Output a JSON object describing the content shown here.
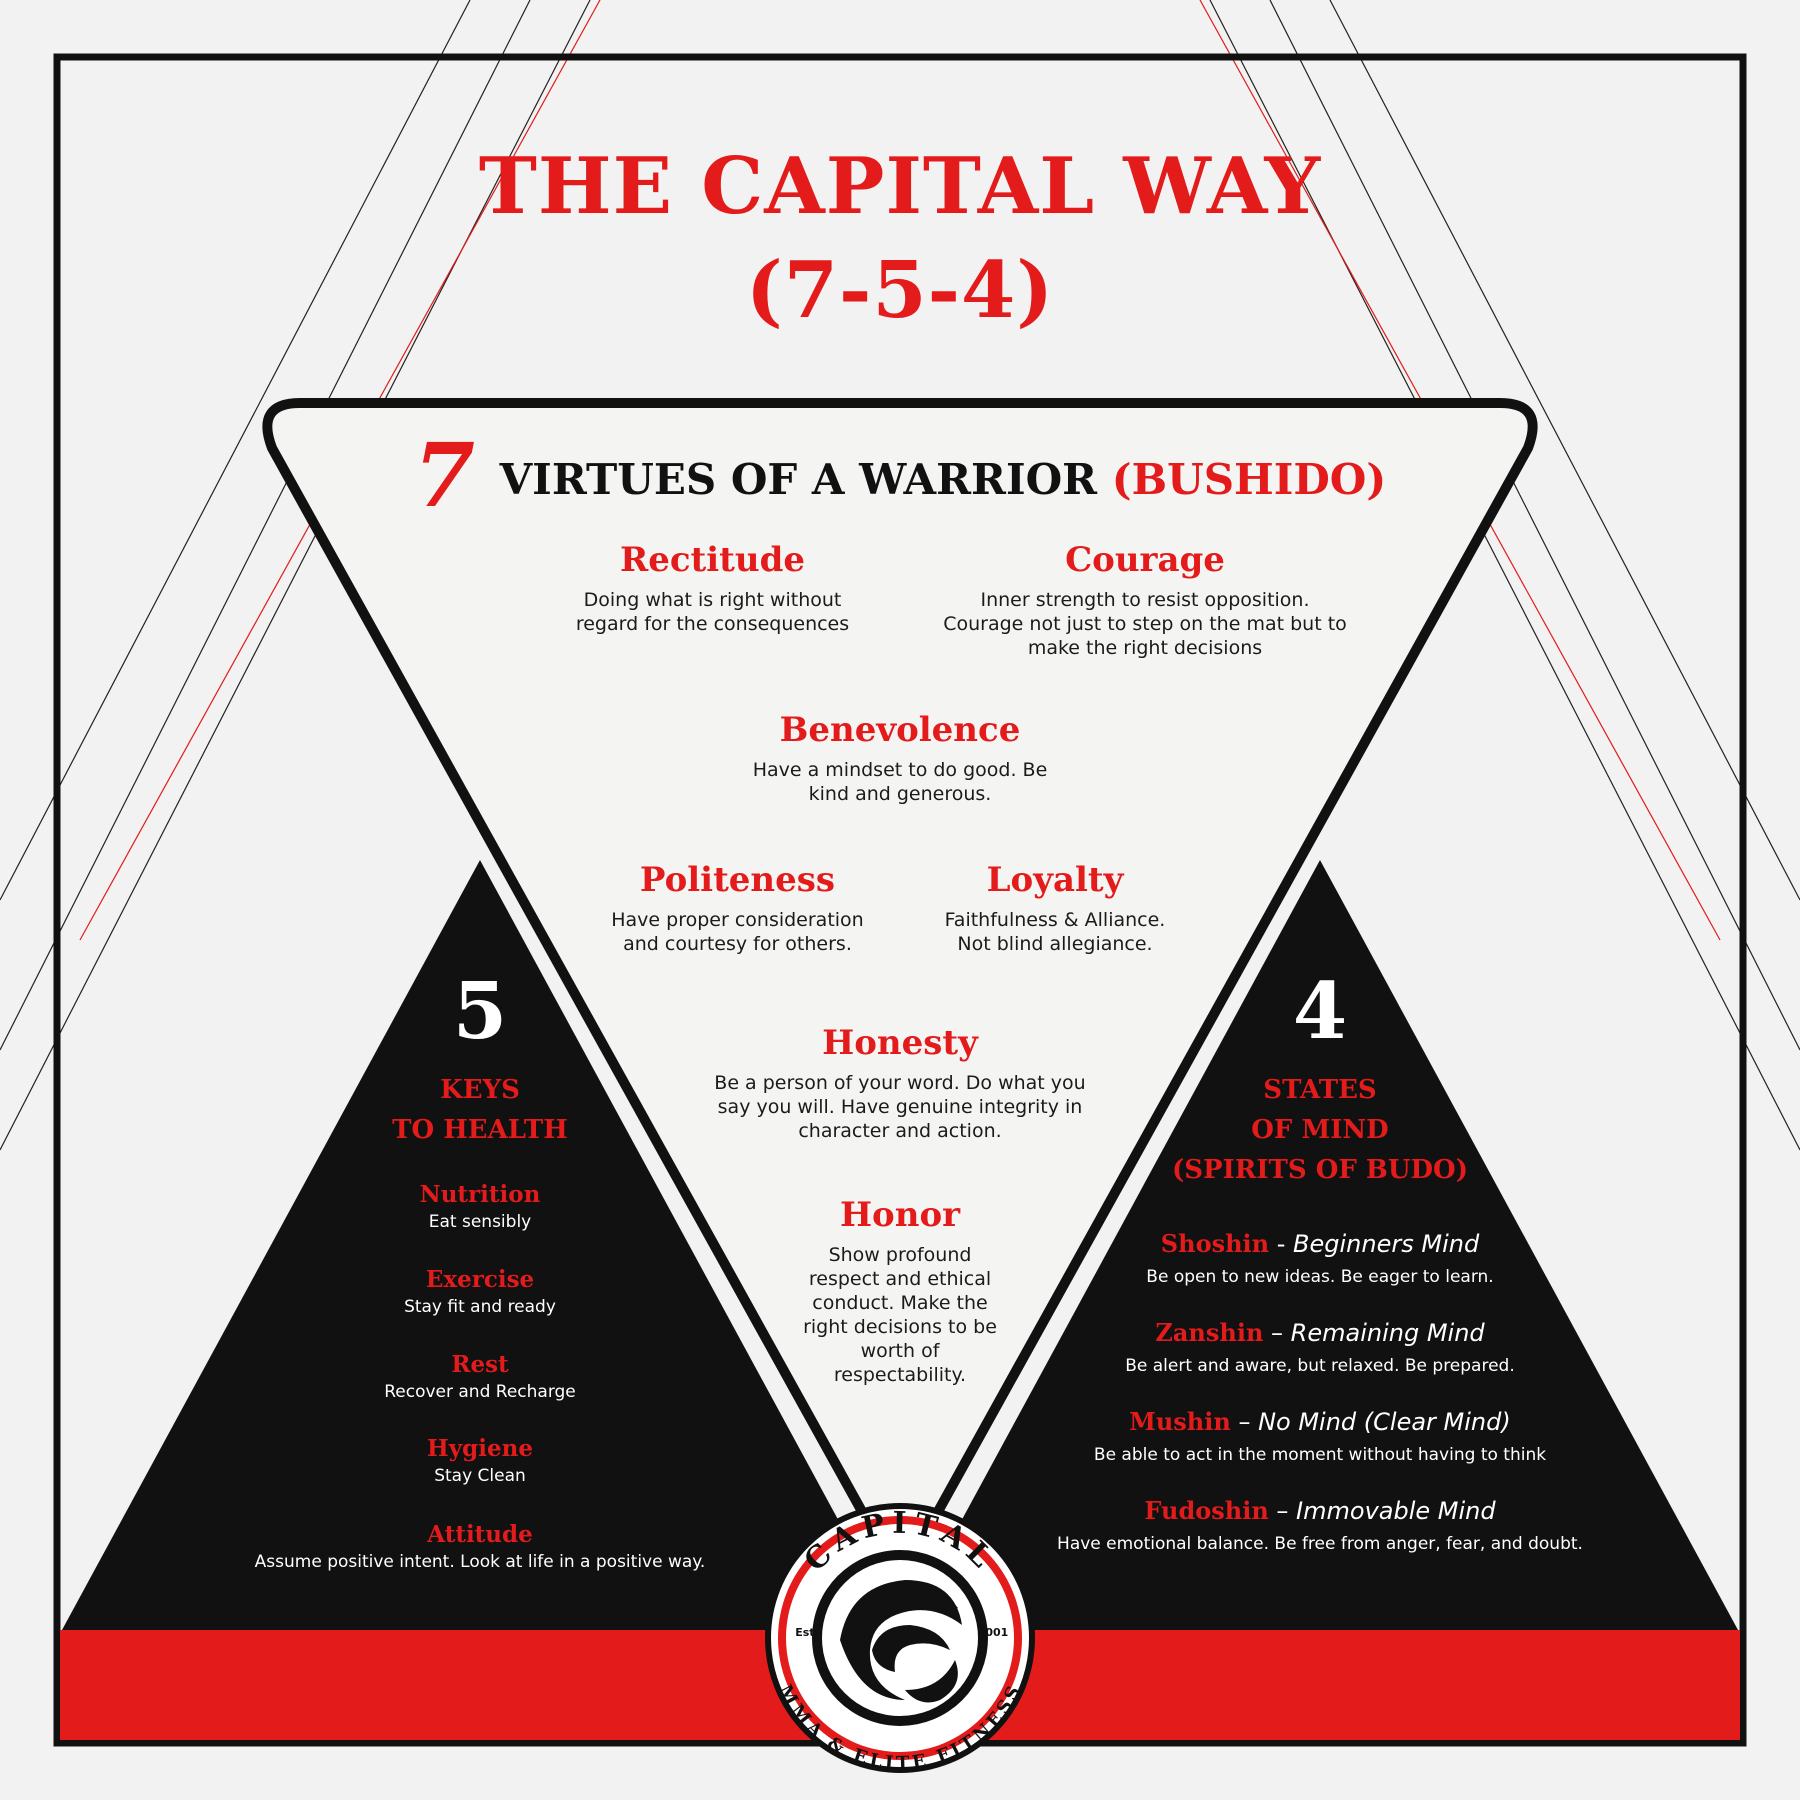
{
  "title": {
    "line1": "THE CAPITAL WAY",
    "line2": "(7-5-4)"
  },
  "colors": {
    "accent_red": "#e31b1b",
    "black": "#111111",
    "background": "#f1f2f1"
  },
  "virtues": {
    "number": "7",
    "heading": "VIRTUES OF A WARRIOR",
    "heading_paren": "(BUSHIDO)",
    "items": [
      {
        "name": "Rectitude",
        "desc": "Doing what is right without regard for the consequences"
      },
      {
        "name": "Courage",
        "desc": "Inner strength to resist opposition. Courage not just to step on the mat but to make the right decisions"
      },
      {
        "name": "Benevolence",
        "desc": "Have a mindset to do good. Be kind and generous."
      },
      {
        "name": "Politeness",
        "desc": "Have proper consideration and courtesy for others."
      },
      {
        "name": "Loyalty",
        "desc": "Faithfulness & Alliance. Not blind allegiance."
      },
      {
        "name": "Honesty",
        "desc": "Be a person of your word. Do what you say you will. Have genuine integrity in character and action."
      },
      {
        "name": "Honor",
        "desc": "Show profound respect and ethical conduct. Make the right decisions to be worth of respectability."
      }
    ]
  },
  "keys": {
    "number": "5",
    "title": "KEYS\nTO HEALTH",
    "items": [
      {
        "name": "Nutrition",
        "desc": "Eat sensibly"
      },
      {
        "name": "Exercise",
        "desc": "Stay fit and ready"
      },
      {
        "name": "Rest",
        "desc": "Recover and Recharge"
      },
      {
        "name": "Hygiene",
        "desc": "Stay Clean"
      },
      {
        "name": "Attitude",
        "desc": "Assume positive intent. Look at life in a positive way."
      }
    ]
  },
  "states": {
    "number": "4",
    "title": "STATES\nOF MIND\n(SPIRITS OF BUDO)",
    "items": [
      {
        "name": "Shoshin",
        "sep": " - ",
        "translation": "Beginners Mind",
        "desc": "Be open to new ideas. Be eager to learn."
      },
      {
        "name": "Zanshin",
        "sep": " – ",
        "translation": "Remaining Mind",
        "desc": "Be alert and aware, but relaxed. Be prepared."
      },
      {
        "name": "Mushin",
        "sep": " – ",
        "translation": "No Mind (Clear Mind)",
        "desc": "Be able to act in the moment without having to think"
      },
      {
        "name": "Fudoshin",
        "sep": " – ",
        "translation": "Immovable Mind",
        "desc": "Have emotional balance. Be free from anger, fear, and doubt."
      }
    ]
  },
  "logo": {
    "top_text": "CAPITAL",
    "bottom_text": "MMA & ELITE FITNESS",
    "est_label": "Est.",
    "year": "2001"
  }
}
